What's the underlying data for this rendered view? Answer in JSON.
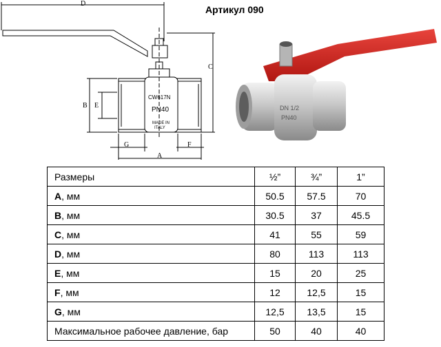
{
  "title": "Артикул 090",
  "drawing": {
    "dim_labels": {
      "a": "A",
      "b": "B",
      "c": "C",
      "d": "D",
      "e": "E",
      "f": "F",
      "g": "G"
    },
    "body_marks": {
      "model": "CW617N",
      "pressure": "PN40",
      "origin_1": "MADE IN",
      "origin_2": "ITALY"
    }
  },
  "photo": {
    "marks": {
      "line1": "DN 1/2",
      "line2": "PN40"
    }
  },
  "table": {
    "header": {
      "label": "Размеры",
      "c1": "½”",
      "c2": "¾”",
      "c3": "1”"
    },
    "unit": ", мм",
    "rows": [
      {
        "letter": "A",
        "c1": "50.5",
        "c2": "57.5",
        "c3": "70"
      },
      {
        "letter": "B",
        "c1": "30.5",
        "c2": "37",
        "c3": "45.5"
      },
      {
        "letter": "C",
        "c1": "41",
        "c2": "55",
        "c3": "59"
      },
      {
        "letter": "D",
        "c1": "80",
        "c2": "113",
        "c3": "113"
      },
      {
        "letter": "E",
        "c1": "15",
        "c2": "20",
        "c3": "25"
      },
      {
        "letter": "F",
        "c1": "12",
        "c2": "12,5",
        "c3": "15"
      },
      {
        "letter": "G",
        "c1": "12,5",
        "c2": "13,5",
        "c3": "15"
      }
    ],
    "pressure_row": {
      "label": "Максимальное рабочее давление, бар",
      "c1": "50",
      "c2": "40",
      "c3": "40"
    }
  },
  "colors": {
    "handle": "#d2231e",
    "body": "#c9c9c9"
  }
}
